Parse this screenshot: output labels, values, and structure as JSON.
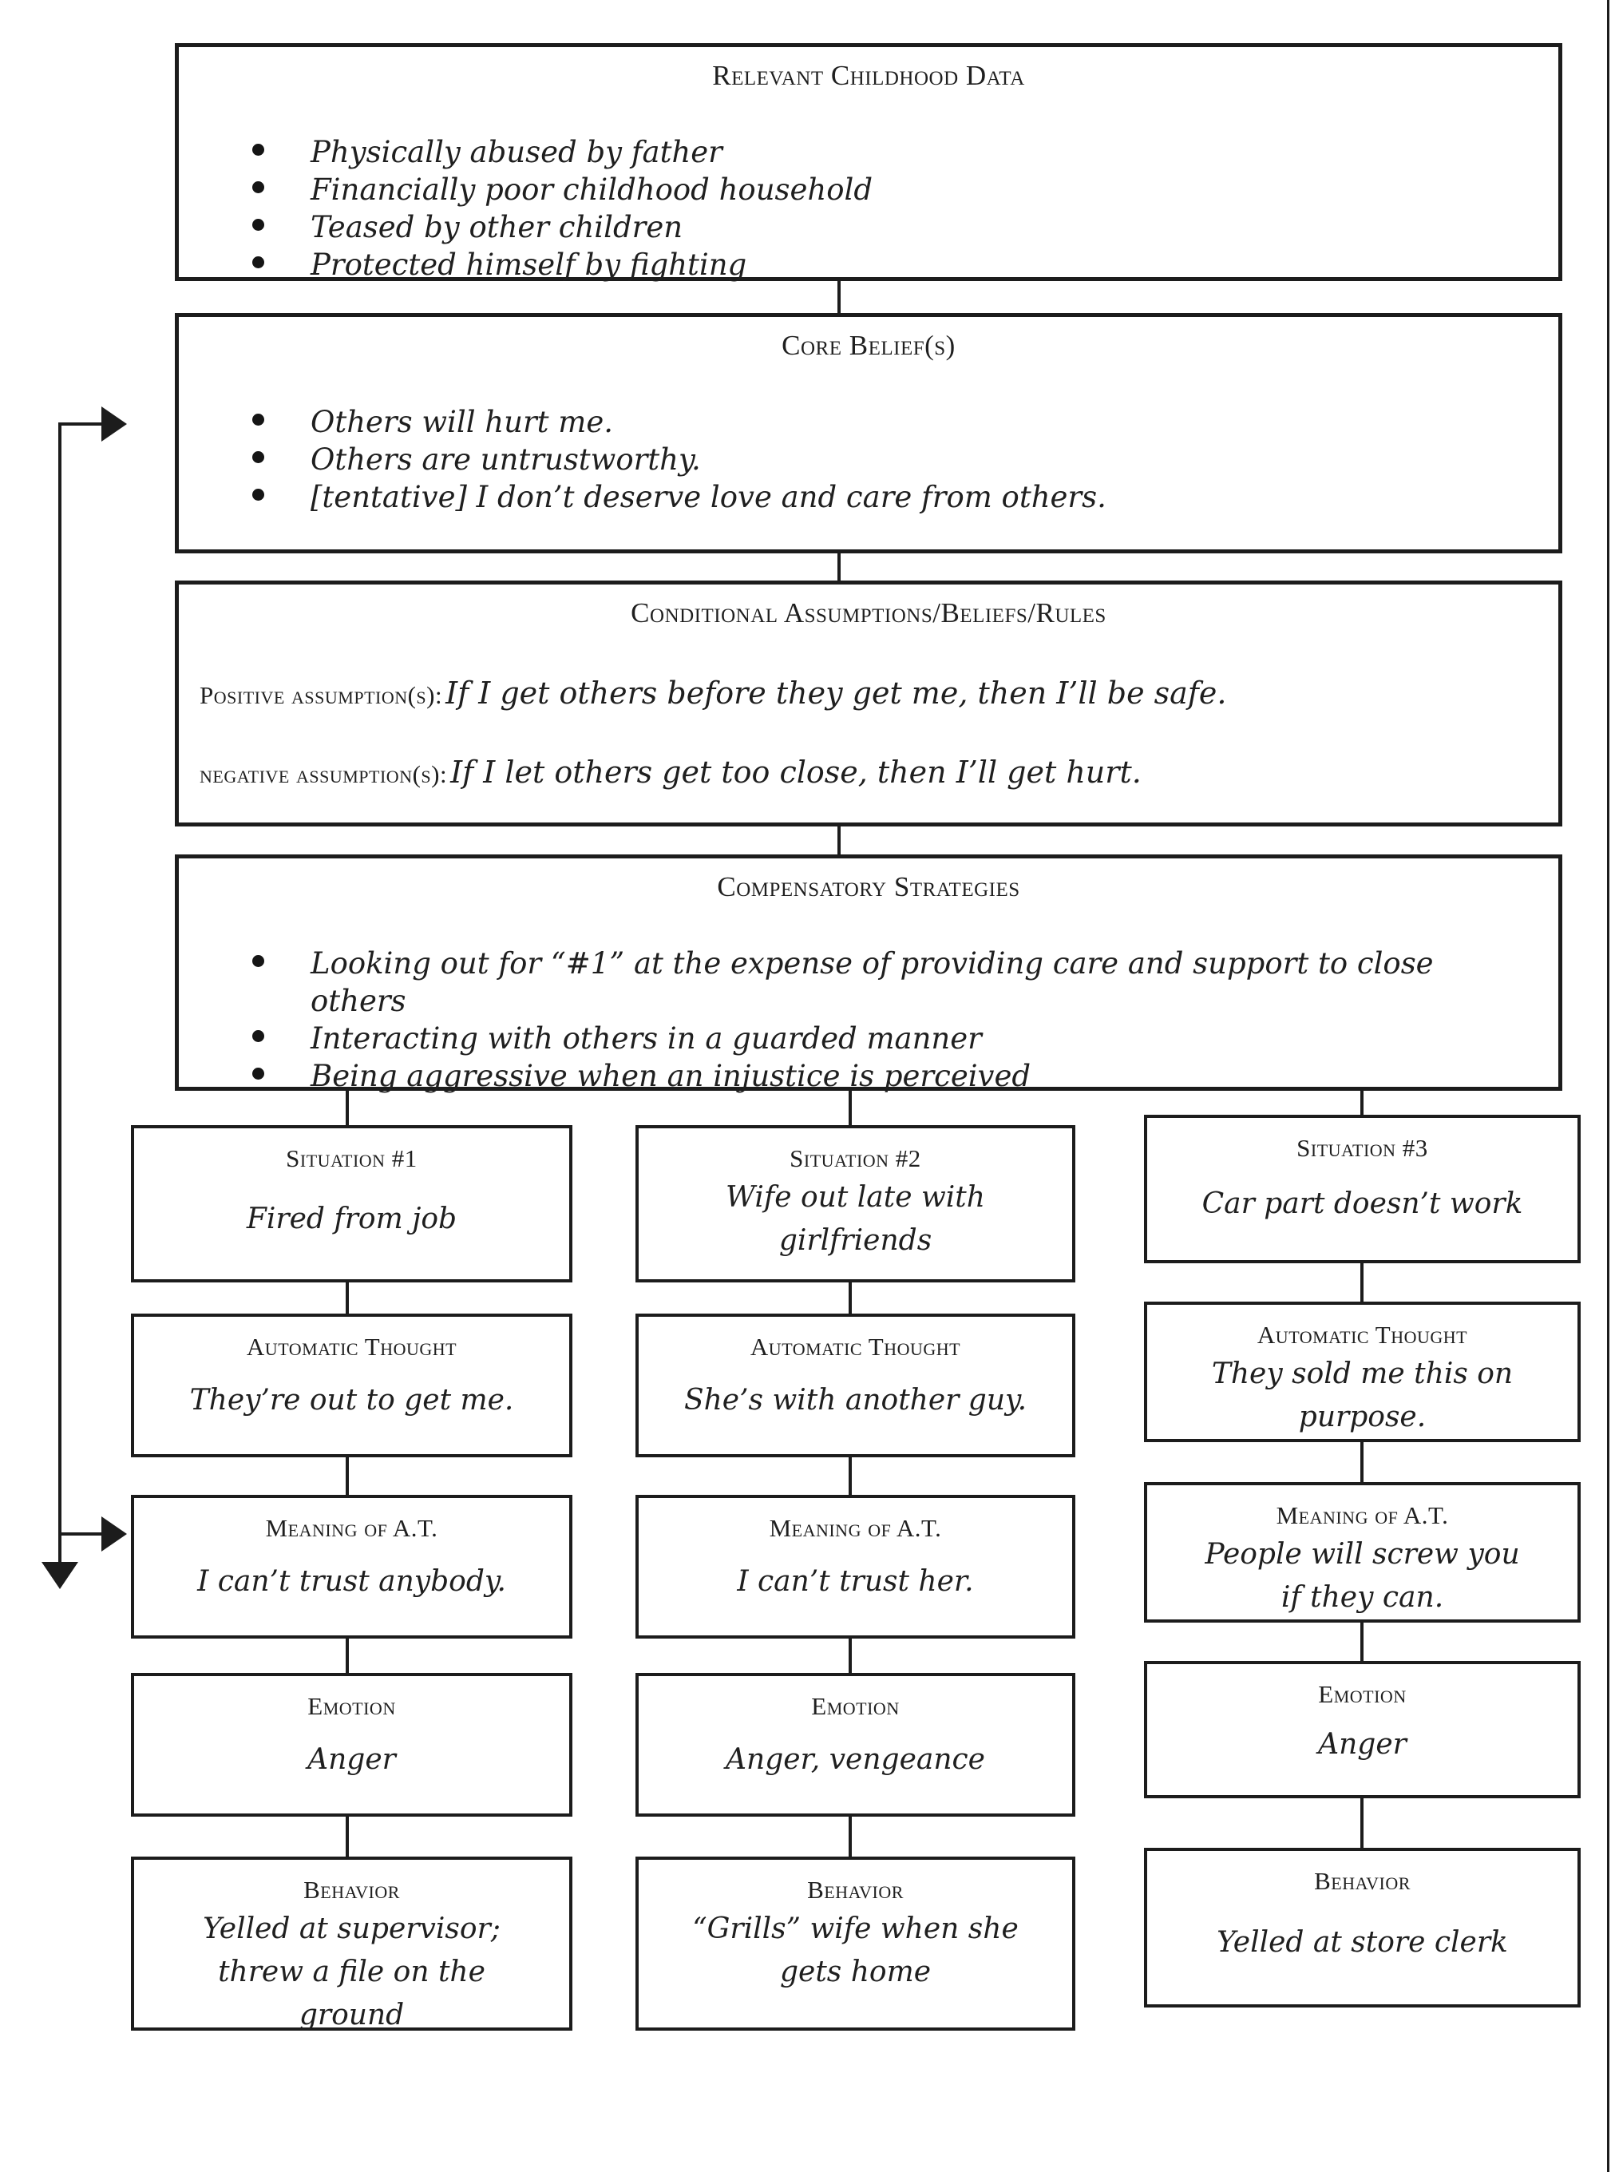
{
  "page": {
    "background": "#ffffff",
    "ink": "#1f1f1f",
    "line_color": "#1c1c1c"
  },
  "stack": [
    {
      "title": "Relevant Childhood Data",
      "bullets": [
        "Physically abused by father",
        "Financially poor childhood household",
        "Teased by other children",
        "Protected himself by fighting"
      ]
    },
    {
      "title": "Core Belief(s)",
      "bullets": [
        "Others will hurt me.",
        "Others are untrustworthy.",
        "[tentative] I don’t deserve love and care from others."
      ]
    },
    {
      "title": "Conditional Assumptions/Beliefs/Rules",
      "rows": [
        {
          "label": "Positive assumption(s):",
          "text": "If I get others before they get me, then I’ll be safe."
        },
        {
          "label": "negative assumption(s):",
          "text": "If I let others get too close, then I’ll get hurt."
        }
      ]
    },
    {
      "title": "Compensatory Strategies",
      "bullets": [
        "Looking out for “#1” at the expense of providing care and support to close others",
        "Interacting with others in a guarded manner",
        "Being aggressive when an injustice is perceived"
      ]
    }
  ],
  "columns": [
    {
      "situation": {
        "title": "Situation #1",
        "text": "Fired from job"
      },
      "automatic_thought": {
        "title": "Automatic Thought",
        "text": "They’re out to get me."
      },
      "meaning": {
        "title": "Meaning of A.T.",
        "text": "I can’t trust anybody."
      },
      "emotion": {
        "title": "Emotion",
        "text": "Anger"
      },
      "behavior": {
        "title": "Behavior",
        "text": "Yelled at supervisor; threw a file on the ground"
      }
    },
    {
      "situation": {
        "title": "Situation #2",
        "text": "Wife out late with girlfriends"
      },
      "automatic_thought": {
        "title": "Automatic Thought",
        "text": "She’s with another guy."
      },
      "meaning": {
        "title": "Meaning of A.T.",
        "text": "I can’t trust her."
      },
      "emotion": {
        "title": "Emotion",
        "text": "Anger, vengeance"
      },
      "behavior": {
        "title": "Behavior",
        "text": "“Grills” wife when she gets home"
      }
    },
    {
      "situation": {
        "title": "Situation #3",
        "text": "Car part doesn’t work"
      },
      "automatic_thought": {
        "title": "Automatic Thought",
        "text": "They sold me this on purpose."
      },
      "meaning": {
        "title": "Meaning of A.T.",
        "text": "People will screw you if they can."
      },
      "emotion": {
        "title": "Emotion",
        "text": "Anger"
      },
      "behavior": {
        "title": "Behavior",
        "text": "Yelled at store clerk"
      }
    }
  ]
}
